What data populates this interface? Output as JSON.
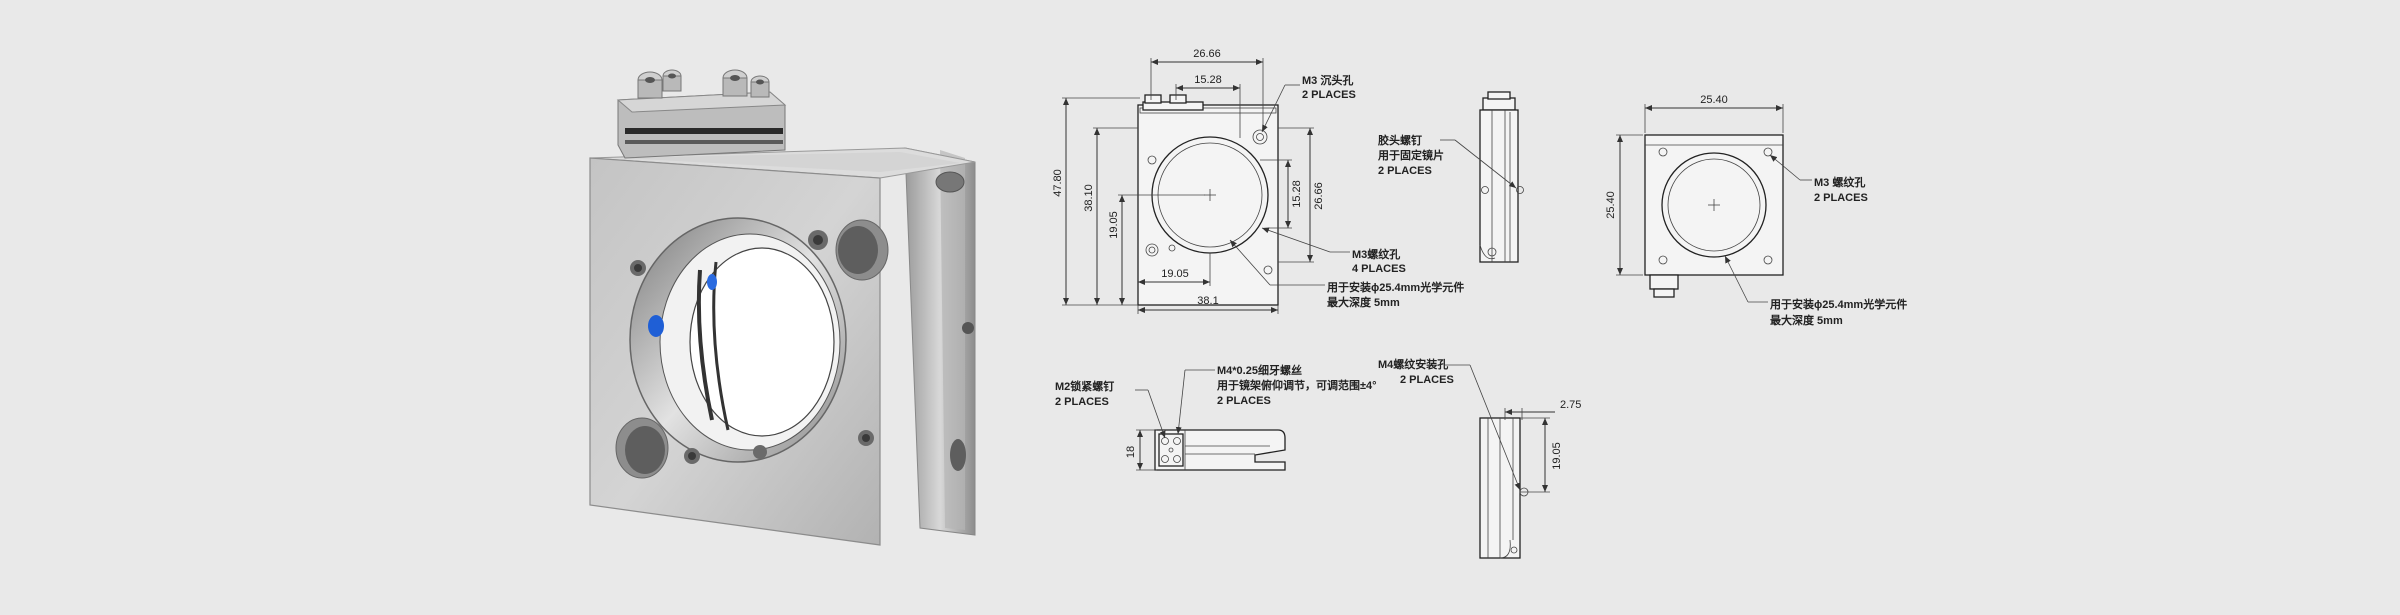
{
  "front_view": {
    "width_overall": "26.66",
    "hole_spacing_top": "15.28",
    "counterbore_label": "M3 沉头孔",
    "counterbore_qty": "2 PLACES",
    "height_overall": "47.80",
    "height_body": "38.10",
    "height_center": "19.05",
    "side_spacing": "15.28",
    "side_width": "26.66",
    "thread_label": "M3螺纹孔",
    "thread_qty": "4 PLACES",
    "center_x": "19.05",
    "body_width": "38.1",
    "optic_note_1": "用于安装ϕ25.4mm光学元件",
    "optic_note_2": "最大深度 5mm"
  },
  "side_view": {
    "screw_label": "胶头螺钉",
    "screw_use": "用于固定镜片",
    "screw_qty": "2 PLACES"
  },
  "back_view": {
    "width": "25.40",
    "height": "25.40",
    "thread_label": "M3 螺纹孔",
    "thread_qty": "2 PLACES",
    "optic_note_1": "用于安装ϕ25.4mm光学元件",
    "optic_note_2": "最大深度 5mm"
  },
  "top_detail": {
    "lock_label": "M2锁紧螺钉",
    "lock_qty": "2 PLACES",
    "fine_label": "M4*0.25细牙螺丝",
    "fine_use": "用于镜架俯仰调节，可调范围±4°",
    "fine_qty": "2 PLACES",
    "height": "18"
  },
  "mount_detail": {
    "label": "M4螺纹安装孔",
    "qty": "2 PLACES",
    "offset": "2.75",
    "height": "19.05"
  }
}
